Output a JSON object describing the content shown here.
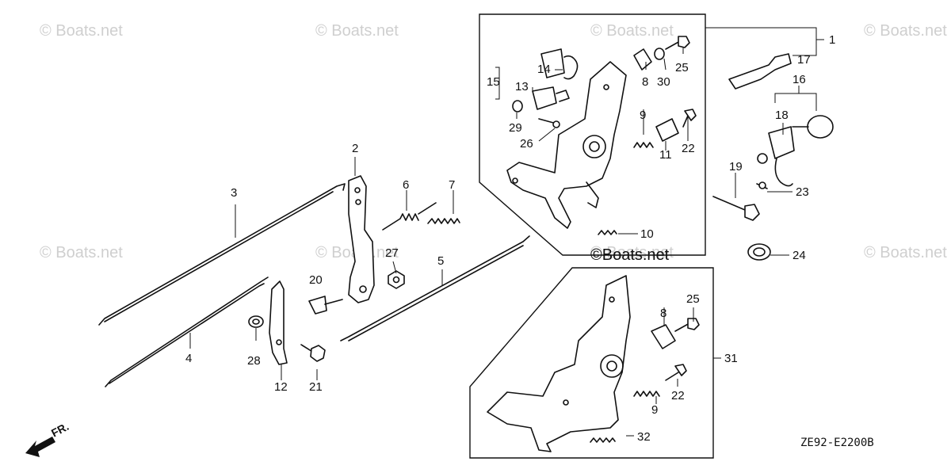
{
  "watermarks": [
    "© Boats.net",
    "© Boats.net",
    "© Boats.net",
    "© Boats.net",
    "© Boats.net",
    "© Boats.net",
    "© Boats.net",
    "© Boats.net"
  ],
  "boxed_watermark": "©Boats.net",
  "diagram_code": "ZE92-E2200B",
  "front_arrow_label": "FR.",
  "callouts": {
    "p1": "1",
    "p2": "2",
    "p3": "3",
    "p4": "4",
    "p5": "5",
    "p6": "6",
    "p7": "7",
    "p8a": "8",
    "p8b": "8",
    "p9a": "9",
    "p9b": "9",
    "p10": "10",
    "p11": "11",
    "p12": "12",
    "p13": "13",
    "p14": "14",
    "p15": "15",
    "p16": "16",
    "p17": "17",
    "p18": "18",
    "p19": "19",
    "p20": "20",
    "p21": "21",
    "p22a": "22",
    "p22b": "22",
    "p23": "23",
    "p24": "24",
    "p25a": "25",
    "p25b": "25",
    "p26": "26",
    "p27": "27",
    "p28": "28",
    "p29": "29",
    "p30": "30",
    "p31": "31",
    "p32": "32"
  }
}
